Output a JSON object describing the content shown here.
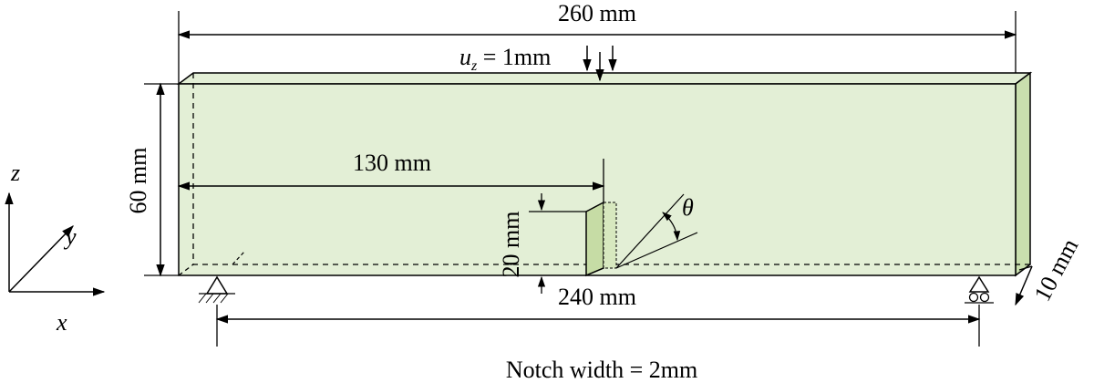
{
  "dimensions": {
    "total_length": "260 mm",
    "height": "60 mm",
    "half_length": "130 mm",
    "notch_depth": "20 mm",
    "span": "240 mm",
    "thickness": "10 mm"
  },
  "load": {
    "variable": "u",
    "subscript": "z",
    "value": " = 1mm"
  },
  "angle_symbol": "θ",
  "axes": {
    "x": "x",
    "y": "y",
    "z": "z"
  },
  "caption": "Notch width = 2mm",
  "colors": {
    "beam_fill": "#e3efd6",
    "notch_fill": "#c6dca5",
    "stroke": "#000000"
  }
}
